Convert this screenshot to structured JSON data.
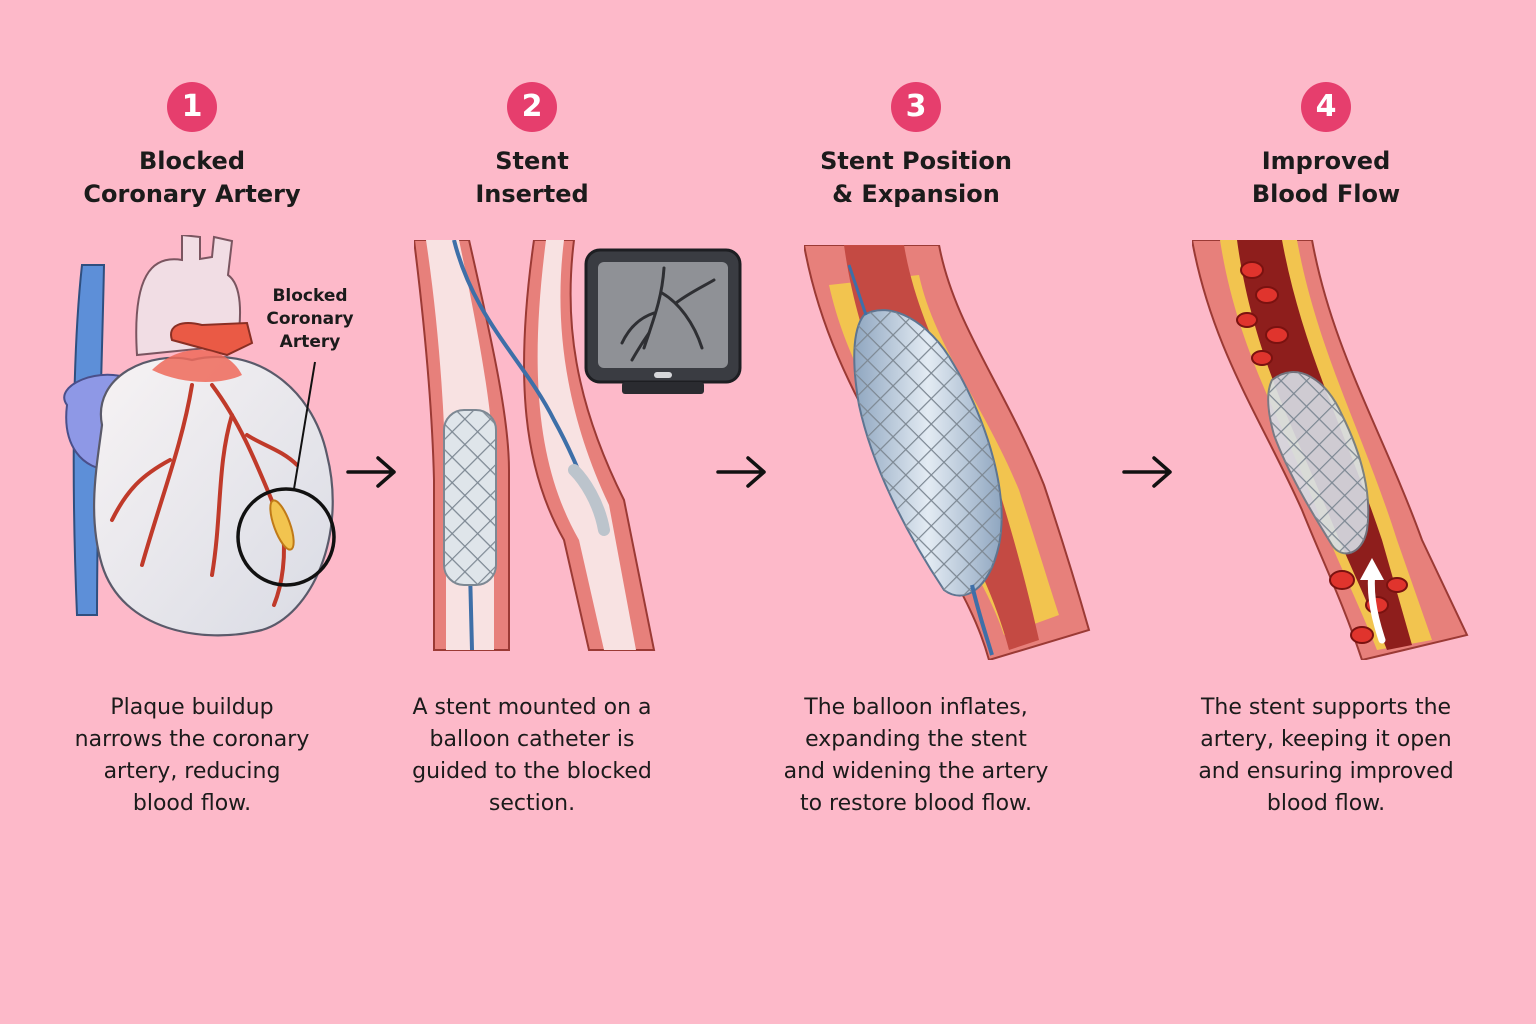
{
  "steps": [
    {
      "number": "1",
      "title": [
        "Blocked",
        "Coronary Artery"
      ],
      "callout": [
        "Blocked",
        "Coronary",
        "Artery"
      ],
      "description": [
        "Plaque buildup",
        "narrows the coronary",
        "artery, reducing",
        "blood flow."
      ]
    },
    {
      "number": "2",
      "title": [
        "Stent",
        "Inserted"
      ],
      "description": [
        "A stent mounted on a",
        "balloon catheter is",
        "guided to the blocked",
        "section."
      ]
    },
    {
      "number": "3",
      "title": [
        "Stent Position",
        "& Expansion"
      ],
      "description": [
        "The balloon inflates,",
        "expanding the stent",
        "and widening the artery",
        "to restore blood flow."
      ]
    },
    {
      "number": "4",
      "title": [
        "Improved",
        "Blood Flow"
      ],
      "description": [
        "The stent supports the",
        "artery, keeping it open",
        "and ensuring improved",
        "blood flow."
      ]
    }
  ],
  "icons": {
    "step_arrow": "arrow-right-icon",
    "monitor": "angiography-monitor-icon"
  },
  "colors": {
    "background": "#fdb9c9",
    "badge": "#e63e6d",
    "artery_wall": "#e8857f",
    "plaque": "#f2c44f",
    "stent": "#9aa4ae"
  }
}
